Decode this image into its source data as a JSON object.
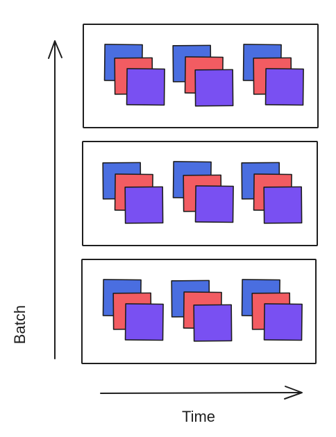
{
  "axes": {
    "vertical_label": "Batch",
    "horizontal_label": "Time"
  },
  "batches": [
    {
      "steps": [
        {
          "frames": 3
        },
        {
          "frames": 3
        },
        {
          "frames": 3
        }
      ]
    },
    {
      "steps": [
        {
          "frames": 3
        },
        {
          "frames": 3
        },
        {
          "frames": 3
        }
      ]
    },
    {
      "steps": [
        {
          "frames": 3
        },
        {
          "frames": 3
        },
        {
          "frames": 3
        }
      ]
    }
  ],
  "colors": {
    "frame_back": "#4a6ee0",
    "frame_middle": "#f25c62",
    "frame_front": "#7950f2",
    "stroke": "#1e1e1e",
    "background": "#ffffff"
  }
}
